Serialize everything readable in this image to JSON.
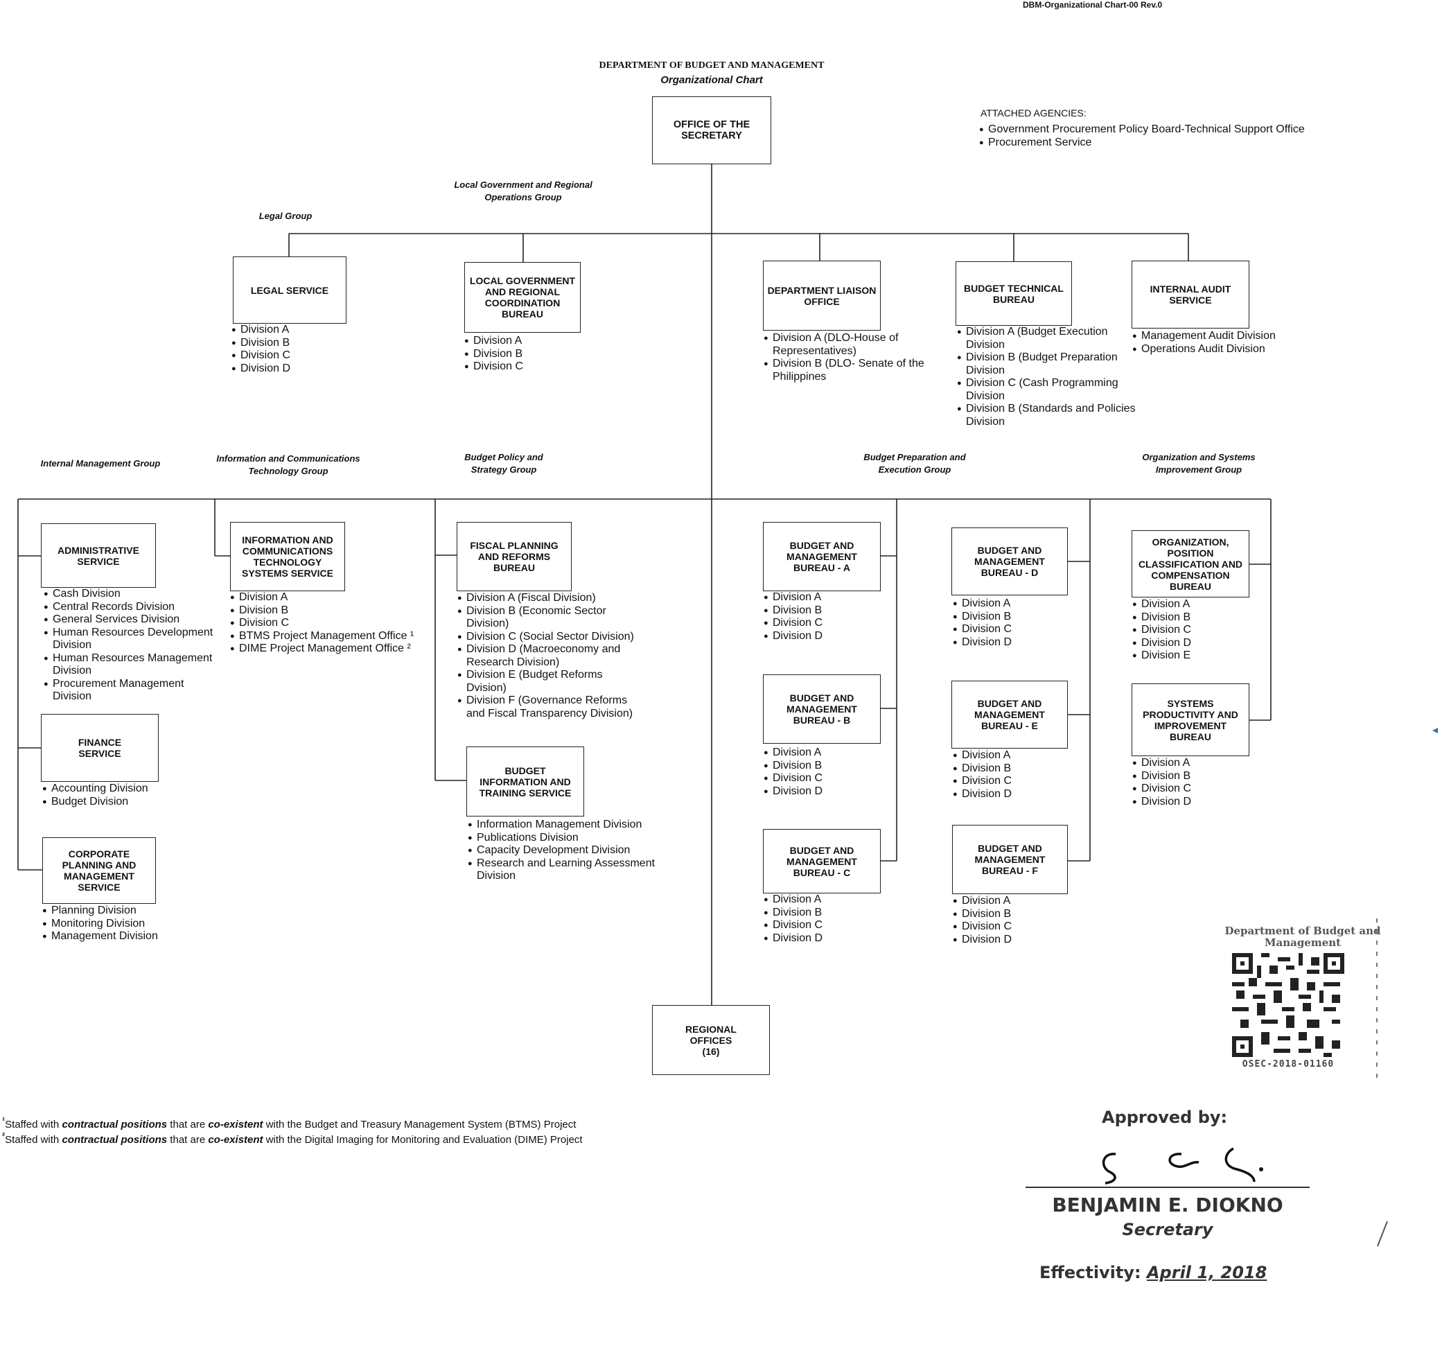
{
  "doc_code": "DBM-Organizational Chart-00 Rev.0",
  "header": {
    "title": "DEPARTMENT OF BUDGET AND MANAGEMENT",
    "subtitle": "Organizational Chart"
  },
  "attached_agencies": {
    "heading": "ATTACHED AGENCIES:",
    "items": [
      "Government Procurement Policy Board-Technical Support Office",
      "Procurement Service"
    ]
  },
  "secretary_office": "OFFICE OF THE SECRETARY",
  "regional_offices": {
    "name": "REGIONAL OFFICES",
    "count": "(16)"
  },
  "groups": {
    "legal": "Legal Group",
    "lgrog": "Local Government and Regional Operations Group",
    "img": "Internal Management Group",
    "ictg": "Information and Communications Technology Group",
    "bpsg": "Budget Policy and Strategy Group",
    "bpeg": "Budget Preparation and Execution Group",
    "osig": "Organization and Systems Improvement Group"
  },
  "units": {
    "legal_service": {
      "name": "LEGAL SERVICE",
      "divisions": [
        "Division A",
        "Division B",
        "Division C",
        "Division D"
      ]
    },
    "lgrcb": {
      "name": "LOCAL GOVERNMENT AND REGIONAL COORDINATION BUREAU",
      "divisions": [
        "Division A",
        "Division B",
        "Division C"
      ]
    },
    "dlo": {
      "name": "DEPARTMENT LIAISON OFFICE",
      "divisions": [
        "Division A (DLO-House of Representatives)",
        "Division B (DLO- Senate of the Philippines"
      ]
    },
    "btb": {
      "name": "BUDGET TECHNICAL BUREAU",
      "divisions": [
        "Division A (Budget Execution Division",
        "Division B (Budget Preparation Division",
        "Division C (Cash Programming Division",
        "Division B (Standards and Policies Division"
      ]
    },
    "ias": {
      "name": "INTERNAL AUDIT SERVICE",
      "divisions": [
        "Management Audit Division",
        "Operations Audit Division"
      ]
    },
    "admin": {
      "name": "ADMINISTRATIVE SERVICE",
      "divisions": [
        "Cash Division",
        "Central Records Division",
        "General Services Division",
        "Human Resources Development Division",
        "Human Resources Management Division",
        "Procurement Management Division"
      ]
    },
    "finance": {
      "name": "FINANCE SERVICE",
      "divisions": [
        "Accounting Division",
        "Budget Division"
      ]
    },
    "cpms": {
      "name": "CORPORATE PLANNING AND MANAGEMENT SERVICE",
      "divisions": [
        "Planning Division",
        "Monitoring Division",
        "Management Division"
      ]
    },
    "icts": {
      "name": "INFORMATION AND COMMUNICATIONS TECHNOLOGY SYSTEMS SERVICE",
      "divisions": [
        "Division A",
        "Division B",
        "Division C",
        "BTMS Project  Management Office ¹",
        "DIME Project Management Office ²"
      ]
    },
    "fprb": {
      "name": "FISCAL PLANNING AND REFORMS BUREAU",
      "divisions": [
        "Division A (Fiscal Division)",
        "Division B (Economic Sector Division)",
        "Division C (Social Sector Division)",
        "Division D (Macroeconomy and Research Division)",
        "Division E (Budget Reforms Dvision)",
        "Division F (Governance Reforms and Fiscal Transparency Division)"
      ]
    },
    "bits": {
      "name": "BUDGET INFORMATION AND TRAINING SERVICE",
      "divisions": [
        "Information Management Division",
        "Publications Division",
        "Capacity Development Division",
        "Research and Learning Assessment Division"
      ]
    },
    "bmb_a": {
      "name": "BUDGET AND MANAGEMENT BUREAU - A",
      "divisions": [
        "Division A",
        "Division B",
        "Division C",
        "Division D"
      ]
    },
    "bmb_b": {
      "name": "BUDGET AND MANAGEMENT BUREAU - B",
      "divisions": [
        "Division A",
        "Division B",
        "Division C",
        "Division D"
      ]
    },
    "bmb_c": {
      "name": "BUDGET AND MANAGEMENT BUREAU - C",
      "divisions": [
        "Division A",
        "Division B",
        "Division C",
        "Division D"
      ]
    },
    "bmb_d": {
      "name": "BUDGET AND MANAGEMENT BUREAU - D",
      "divisions": [
        "Division A",
        "Division B",
        "Division C",
        "Division D"
      ]
    },
    "bmb_e": {
      "name": "BUDGET AND MANAGEMENT BUREAU - E",
      "divisions": [
        "Division A",
        "Division B",
        "Division C",
        "Division D"
      ]
    },
    "bmb_f": {
      "name": "BUDGET AND MANAGEMENT BUREAU - F",
      "divisions": [
        "Division A",
        "Division B",
        "Division C",
        "Division D"
      ]
    },
    "opccb": {
      "name": "ORGANIZATION, POSITION CLASSIFICATION AND COMPENSATION BUREAU",
      "divisions": [
        "Division A",
        "Division B",
        "Division C",
        "Division D",
        "Division E"
      ]
    },
    "spib": {
      "name": "SYSTEMS PRODUCTIVITY AND IMPROVEMENT BUREAU",
      "divisions": [
        "Division A",
        "Division B",
        "Division C",
        "Division D"
      ]
    }
  },
  "footnotes": [
    {
      "mark": "¹",
      "pre": "Staffed with ",
      "b1": "contractual positions",
      "mid": " that are ",
      "b2": "co-existent",
      "post": " with the Budget and Treasury Management System (BTMS) Project"
    },
    {
      "mark": "²",
      "pre": "Staffed with ",
      "b1": "contractual positions",
      "mid": " that are ",
      "b2": "co-existent",
      "post": " with the Digital Imaging for Monitoring and Evaluation (DIME) Project"
    }
  ],
  "stamp": {
    "org": "Department of Budget and Management",
    "code": "OSEC-2018-01160"
  },
  "approval": {
    "label": "Approved by:",
    "name": "BENJAMIN E. DIOKNO",
    "position": "Secretary",
    "effectivity_label": "Effectivity:",
    "effectivity_date": "April 1, 2018"
  }
}
